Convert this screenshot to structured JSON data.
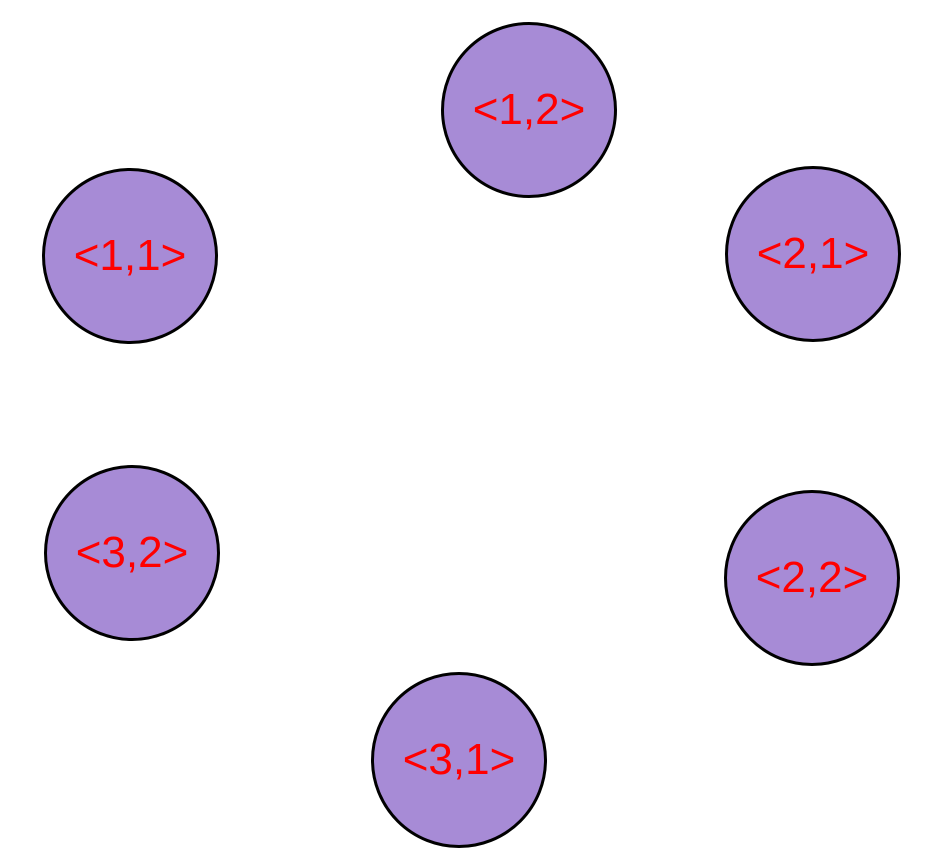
{
  "colors": {
    "node_fill": "#a78bd6",
    "node_border": "#000000",
    "label_text": "#ff0000",
    "background": "#ffffff"
  },
  "nodes": [
    {
      "id": "1-2",
      "label": "<1,2>"
    },
    {
      "id": "1-1",
      "label": "<1,1>"
    },
    {
      "id": "2-1",
      "label": "<2,1>"
    },
    {
      "id": "3-2",
      "label": "<3,2>"
    },
    {
      "id": "2-2",
      "label": "<2,2>"
    },
    {
      "id": "3-1",
      "label": "<3,1>"
    }
  ]
}
